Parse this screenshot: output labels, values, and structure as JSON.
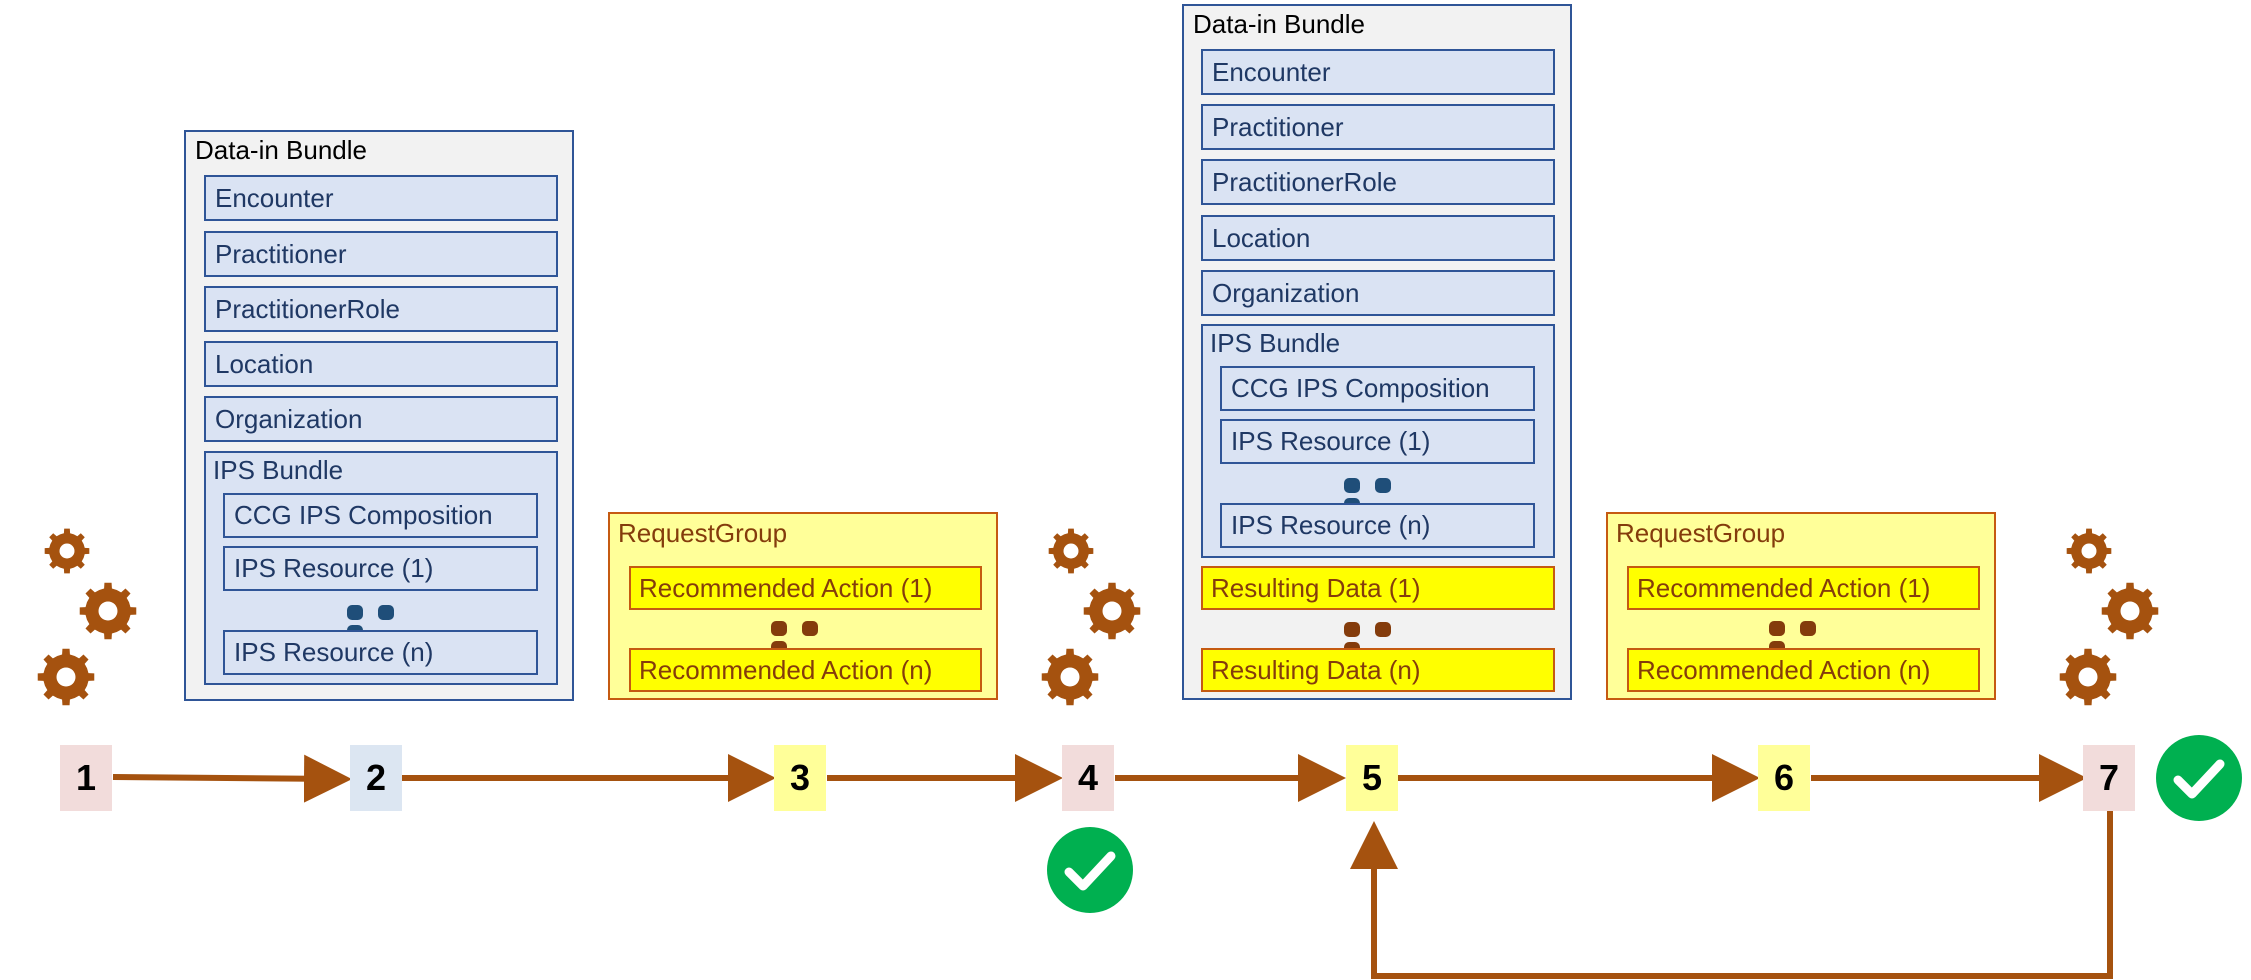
{
  "colors": {
    "arrow": "#a5520f",
    "gear": "#a5520f",
    "check": "#00b050",
    "bundle_border": "#2f5597",
    "resource_fill": "#dae3f3",
    "request_fill": "#ffff99",
    "action_fill": "#ffff00"
  },
  "bundle1": {
    "title": "Data-in Bundle",
    "resources": [
      "Encounter",
      "Practitioner",
      "PractitionerRole",
      "Location",
      "Organization"
    ],
    "ips": {
      "title": "IPS Bundle",
      "composition": "CCG IPS Composition",
      "first": "IPS Resource (1)",
      "last": "IPS Resource (n)"
    }
  },
  "bundle2": {
    "title": "Data-in Bundle",
    "resources": [
      "Encounter",
      "Practitioner",
      "PractitionerRole",
      "Location",
      "Organization"
    ],
    "ips": {
      "title": "IPS Bundle",
      "composition": "CCG IPS Composition",
      "first": "IPS Resource (1)",
      "last": "IPS Resource (n)"
    },
    "resulting_first": "Resulting Data (1)",
    "resulting_last": "Resulting Data (n)"
  },
  "request1": {
    "title": "RequestGroup",
    "first": "Recommended Action (1)",
    "last": "Recommended Action (n)"
  },
  "request2": {
    "title": "RequestGroup",
    "first": "Recommended Action (1)",
    "last": "Recommended Action (n)"
  },
  "steps": [
    "1",
    "2",
    "3",
    "4",
    "5",
    "6",
    "7"
  ],
  "icons": {
    "gear": "gear-icon",
    "check": "check-circle-icon"
  }
}
